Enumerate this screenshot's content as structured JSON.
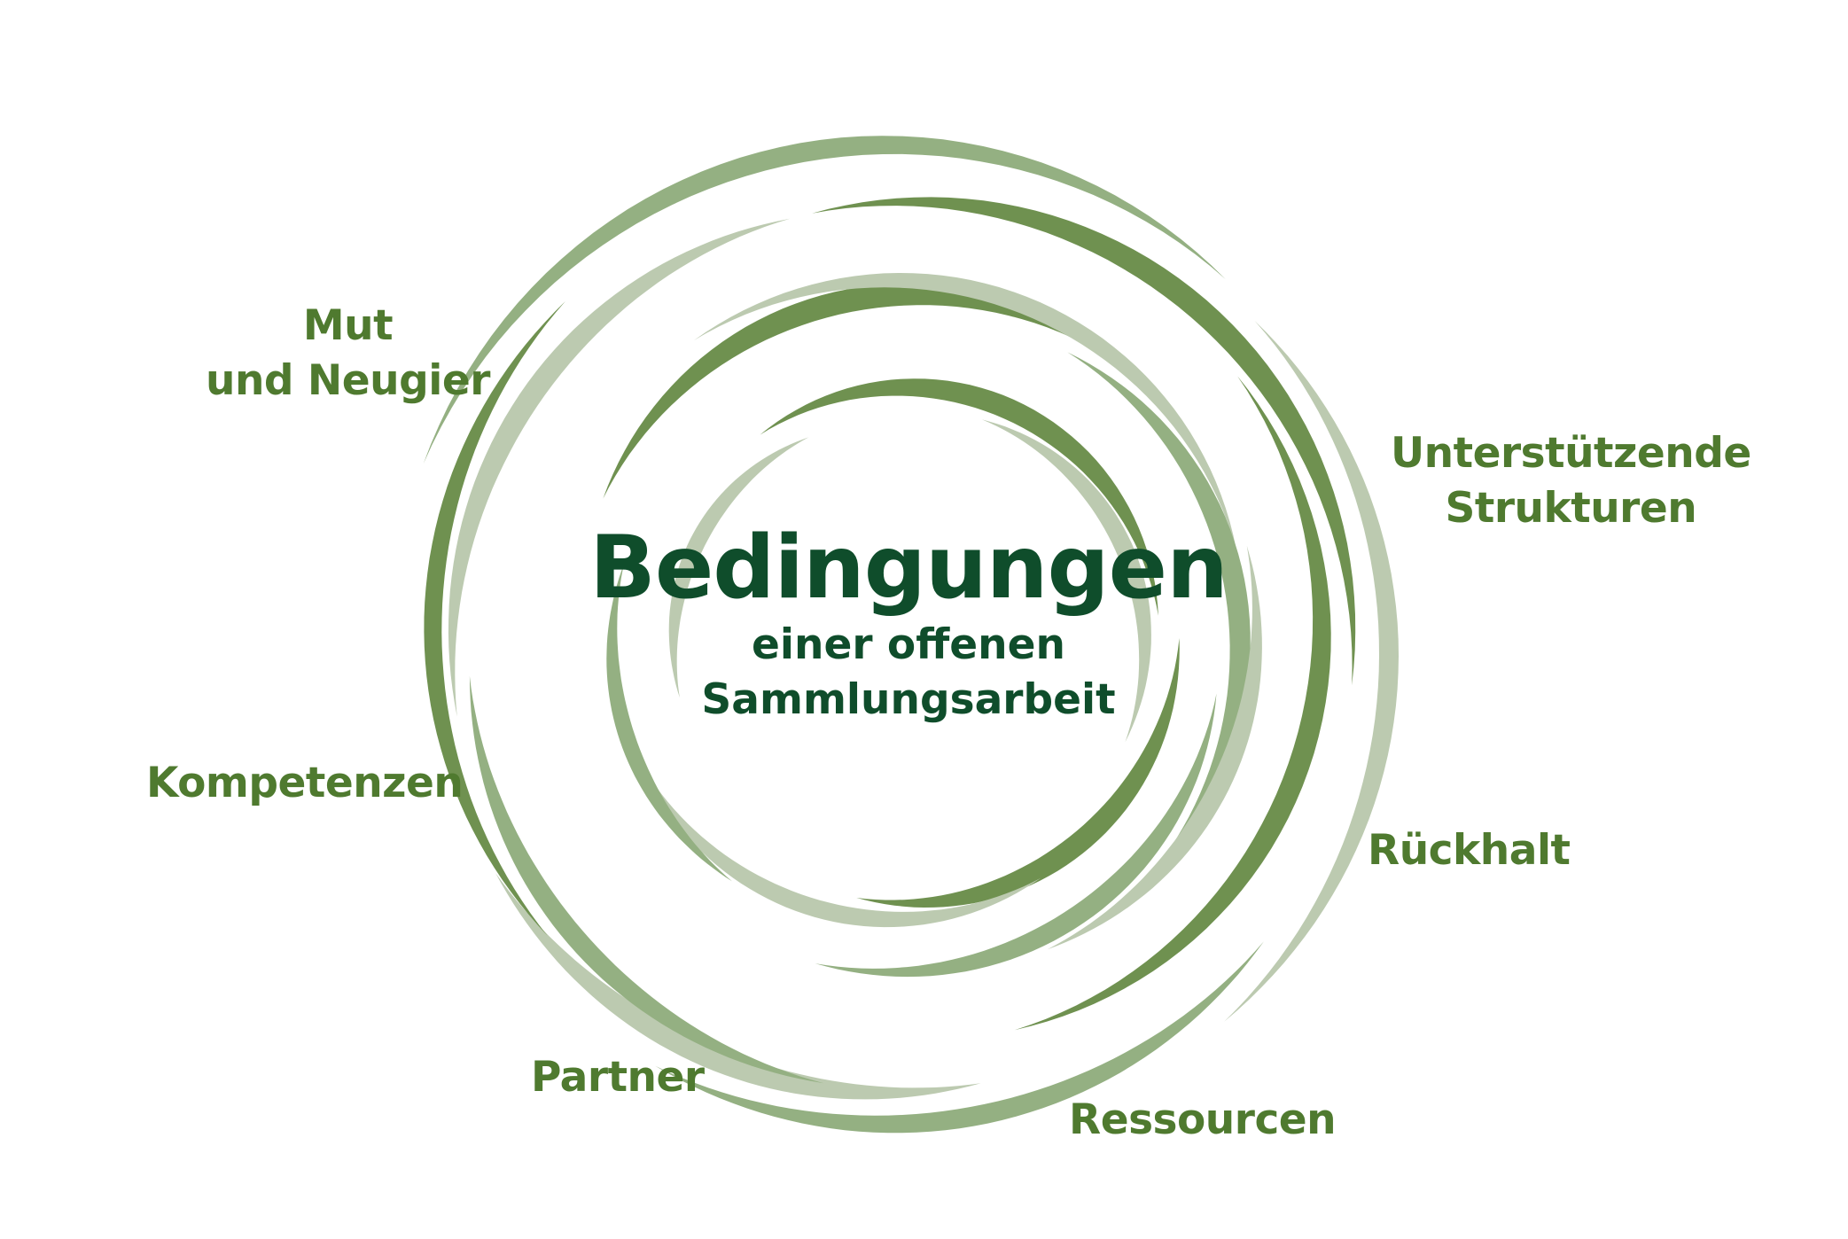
{
  "center": {
    "title": "Bedingungen",
    "subtitle_line1": "einer offenen",
    "subtitle_line2": "Sammlungsarbeit"
  },
  "labels": {
    "mut_line1": "Mut",
    "mut_line2": "und Neugier",
    "unterstuetzende_line1": "Unterstützende",
    "unterstuetzende_line2": "Strukturen",
    "kompetenzen": "Kompetenzen",
    "rueckhalt": "Rückhalt",
    "partner": "Partner",
    "ressourcen": "Ressourcen"
  },
  "colors": {
    "label_text": "#4f7a2f",
    "center_text": "#0f4d2b",
    "arc_dark": "#6f9150",
    "arc_mid": "#94b082",
    "arc_light": "#bccab0"
  }
}
